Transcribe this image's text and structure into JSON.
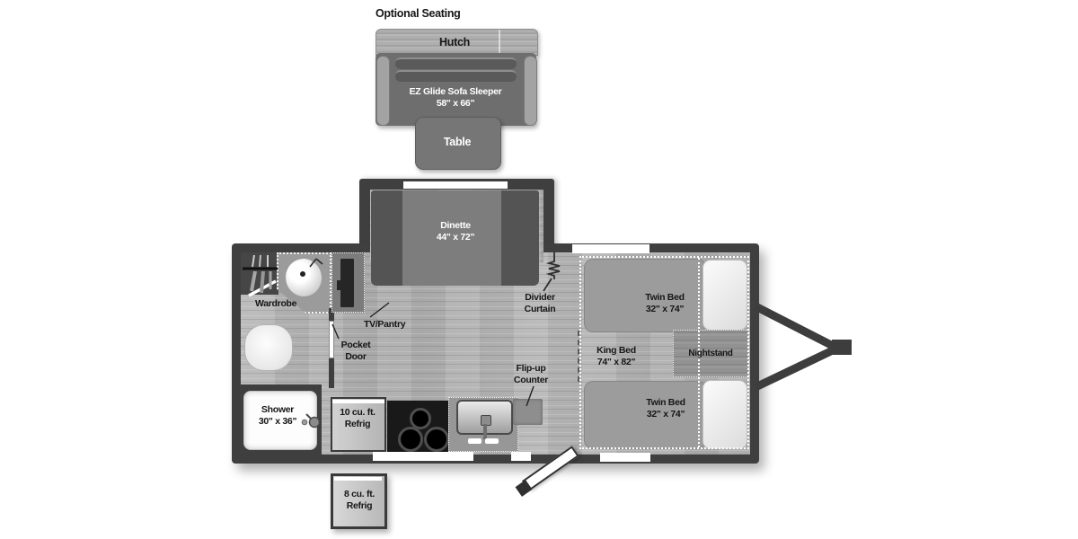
{
  "optional_seating": {
    "label": "Optional Seating",
    "hutch": "Hutch",
    "sofa": {
      "line1": "EZ Glide Sofa Sleeper",
      "line2": "58\" x 66\""
    },
    "table": "Table"
  },
  "floorplan": {
    "dinette": {
      "line1": "Dinette",
      "line2": "44\" x 72\""
    },
    "divider_curtain": {
      "line1": "Divider",
      "line2": "Curtain"
    },
    "tv_pantry": "TV/Pantry",
    "wardrobe": "Wardrobe",
    "pocket_door": {
      "line1": "Pocket",
      "line2": "Door"
    },
    "flip_up_counter": {
      "line1": "Flip-up",
      "line2": "Counter"
    },
    "shower": {
      "line1": "Shower",
      "line2": "30\" x 36\""
    },
    "refrig_10": {
      "line1": "10 cu. ft.",
      "line2": "Refrig"
    },
    "refrig_8": {
      "line1": "8 cu. ft.",
      "line2": "Refrig"
    },
    "twin_bed_top": {
      "line1": "Twin Bed",
      "line2": "32\" x 74\""
    },
    "twin_bed_bottom": {
      "line1": "Twin Bed",
      "line2": "32\" x 74\""
    },
    "king_bed": {
      "line1": "King Bed",
      "line2": "74\" x 82\""
    },
    "nightstand": "Nightstand"
  },
  "colors": {
    "wall": "#3f3f3f",
    "floor_wood": "#b7b7b7",
    "bench_dark": "#545454",
    "table_gray": "#7d7d7d",
    "mattress": "#9c9c9c",
    "pillow": "#f1f1f1",
    "cooktop": "#191919",
    "appliance_light": "#c9c9c9",
    "label_black": "#161616",
    "label_white": "#ffffff"
  }
}
